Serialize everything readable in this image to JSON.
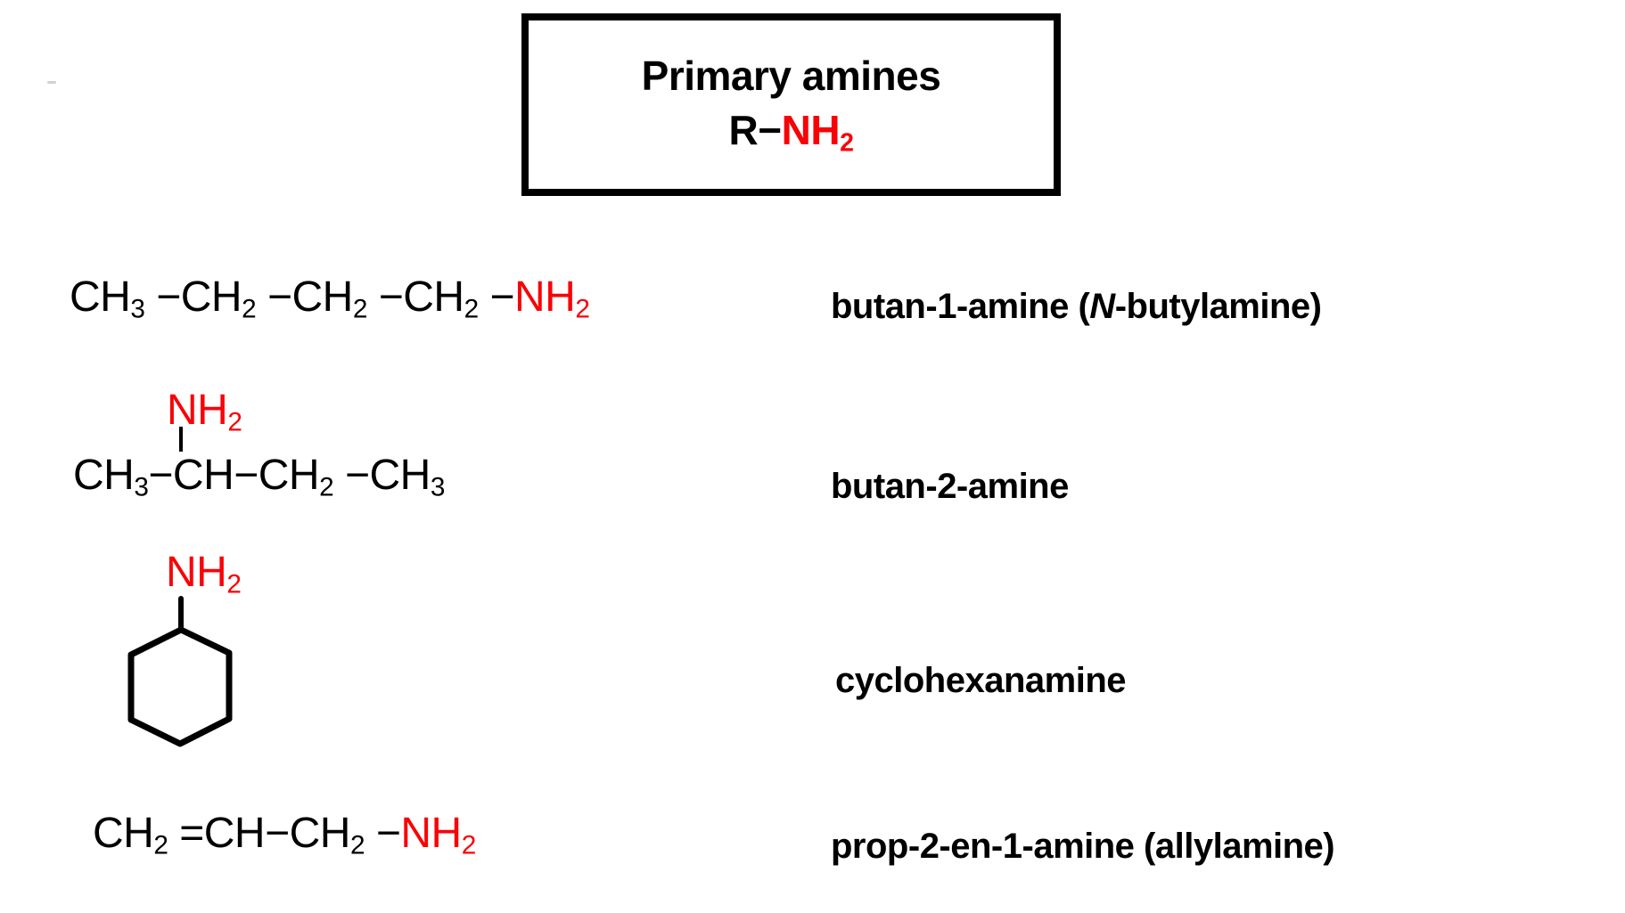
{
  "colors": {
    "red": "#f90207",
    "black": "#000000"
  },
  "title_box": {
    "heading": "Primary amines",
    "formula_segments": [
      {
        "text": "R",
        "kind": "main"
      },
      {
        "text": "−",
        "kind": "main"
      },
      {
        "text": "NH",
        "kind": "red"
      },
      {
        "text": "2",
        "kind": "redsub"
      }
    ]
  },
  "entries": [
    {
      "id": "butan-1-amine",
      "formula_segments": [
        {
          "text": "CH",
          "kind": "main"
        },
        {
          "text": "3",
          "kind": "sub"
        },
        {
          "text": " −",
          "kind": "main"
        },
        {
          "text": "CH",
          "kind": "main"
        },
        {
          "text": "2",
          "kind": "sub"
        },
        {
          "text": " −",
          "kind": "main"
        },
        {
          "text": "CH",
          "kind": "main"
        },
        {
          "text": "2",
          "kind": "sub"
        },
        {
          "text": " −",
          "kind": "main"
        },
        {
          "text": "CH",
          "kind": "main"
        },
        {
          "text": "2",
          "kind": "sub"
        },
        {
          "text": " −",
          "kind": "main"
        },
        {
          "text": "NH",
          "kind": "red"
        },
        {
          "text": "2",
          "kind": "redsub"
        }
      ],
      "name_segments": [
        {
          "text": "butan-1-amine (",
          "kind": "name"
        },
        {
          "text": "N",
          "kind": "nameit"
        },
        {
          "text": "-butylamine)",
          "kind": "name"
        }
      ]
    },
    {
      "id": "butan-2-amine",
      "amine_label_segments": [
        {
          "text": "NH",
          "kind": "red"
        },
        {
          "text": "2",
          "kind": "redsub"
        }
      ],
      "formula_segments": [
        {
          "text": "CH",
          "kind": "main"
        },
        {
          "text": "3",
          "kind": "sub"
        },
        {
          "text": "−",
          "kind": "main"
        },
        {
          "text": "CH",
          "kind": "main"
        },
        {
          "text": "−",
          "kind": "main"
        },
        {
          "text": "CH",
          "kind": "main"
        },
        {
          "text": "2",
          "kind": "sub"
        },
        {
          "text": " −",
          "kind": "main"
        },
        {
          "text": "CH",
          "kind": "main"
        },
        {
          "text": "3",
          "kind": "sub"
        }
      ],
      "name_segments": [
        {
          "text": "butan-2-amine",
          "kind": "name"
        }
      ]
    },
    {
      "id": "cyclohexanamine",
      "amine_label_segments": [
        {
          "text": "NH",
          "kind": "red"
        },
        {
          "text": "2",
          "kind": "redsub"
        }
      ],
      "structure": "cyclohexane-ring",
      "name_segments": [
        {
          "text": "cyclohexanamine",
          "kind": "name"
        }
      ]
    },
    {
      "id": "prop-2-en-1-amine",
      "formula_segments": [
        {
          "text": "CH",
          "kind": "main"
        },
        {
          "text": "2",
          "kind": "sub"
        },
        {
          "text": " =",
          "kind": "main"
        },
        {
          "text": "CH",
          "kind": "main"
        },
        {
          "text": "−",
          "kind": "main"
        },
        {
          "text": "CH",
          "kind": "main"
        },
        {
          "text": "2",
          "kind": "sub"
        },
        {
          "text": " −",
          "kind": "main"
        },
        {
          "text": "NH",
          "kind": "red"
        },
        {
          "text": "2",
          "kind": "redsub"
        }
      ],
      "name_segments": [
        {
          "text": "prop-2-en-1-amine (allylamine)",
          "kind": "name"
        }
      ]
    }
  ]
}
